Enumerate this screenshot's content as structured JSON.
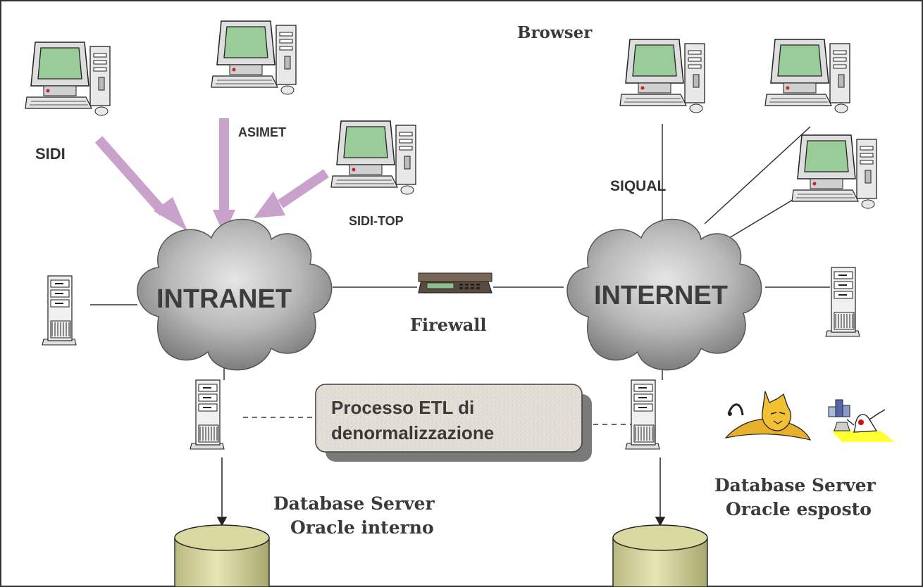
{
  "clients_internal": {
    "sidi": "SIDI",
    "asimet": "ASIMET",
    "sidi_top": "SIDI-TOP"
  },
  "clients_external": {
    "browser": "Browser",
    "siqual": "SIQUAL"
  },
  "networks": {
    "intranet": "INTRANET",
    "internet": "INTERNET"
  },
  "firewall": {
    "label": "Firewall"
  },
  "etl": {
    "line1": "Processo ETL di",
    "line2": "denormalizzazione"
  },
  "db_internal": {
    "line1": "Database Server",
    "line2": "Oracle interno"
  },
  "db_external": {
    "line1": "Database Server",
    "line2": "Oracle esposto"
  },
  "colors": {
    "arrow_purple": "#c8a2cb",
    "screen_green": "#99cc99",
    "cloud_gray": "#a8a8a8",
    "db_olive": "#d8d8a0"
  }
}
